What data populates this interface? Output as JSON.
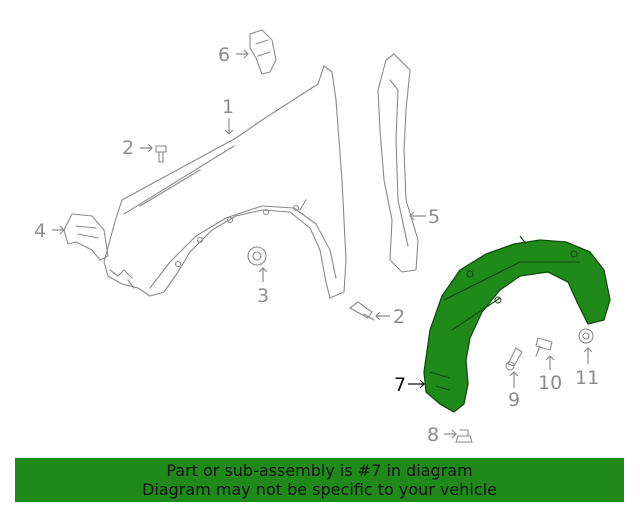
{
  "diagram": {
    "callouts": {
      "c1": "1",
      "c2a": "2",
      "c2b": "2",
      "c3": "3",
      "c4": "4",
      "c5": "5",
      "c6": "6",
      "c7": "7",
      "c8": "8",
      "c9": "9",
      "c10": "10",
      "c11": "11"
    },
    "highlight_color": "#1f8a1a",
    "highlighted_part": "7"
  },
  "banner": {
    "line1": "Part or sub-assembly is #7 in diagram",
    "line2": "Diagram may not be specific to your vehicle"
  }
}
